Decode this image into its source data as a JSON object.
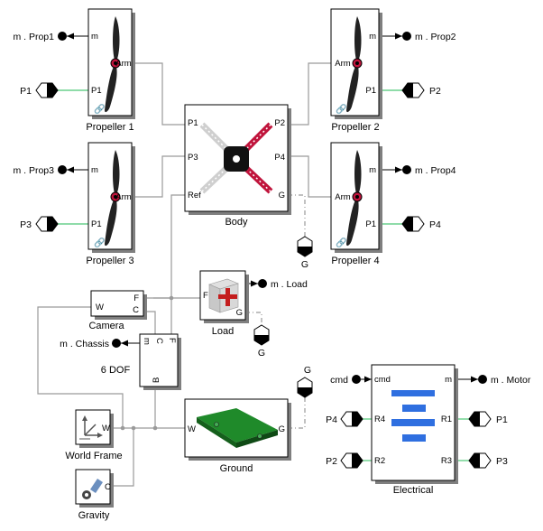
{
  "blocks": {
    "propeller1": {
      "name": "Propeller 1",
      "port_m": "m",
      "port_arm": "Arm",
      "port_p1": "P1"
    },
    "propeller2": {
      "name": "Propeller 2",
      "port_m": "m",
      "port_arm": "Arm",
      "port_p1": "P1"
    },
    "propeller3": {
      "name": "Propeller 3",
      "port_m": "m",
      "port_arm": "Arm",
      "port_p1": "P1"
    },
    "propeller4": {
      "name": "Propeller 4",
      "port_m": "m",
      "port_arm": "Arm",
      "port_p1": "P1"
    },
    "body": {
      "name": "Body",
      "p1": "P1",
      "p2": "P2",
      "p3": "P3",
      "p4": "P4",
      "ref": "Ref",
      "g": "G"
    },
    "camera": {
      "name": "Camera",
      "w": "W",
      "f": "F",
      "c": "C"
    },
    "load": {
      "name": "Load",
      "f": "F",
      "g": "G"
    },
    "six_dof": {
      "name": "6 DOF",
      "m": "m",
      "c": "C",
      "f": "F",
      "b": "B"
    },
    "ground": {
      "name": "Ground",
      "w": "W",
      "g": "G"
    },
    "world_frame": {
      "name": "World Frame",
      "w": "W"
    },
    "gravity": {
      "name": "Gravity",
      "c": "C"
    },
    "electrical": {
      "name": "Electrical",
      "cmd": "cmd",
      "m": "m",
      "r1": "R1",
      "r2": "R2",
      "r3": "R3",
      "r4": "R4"
    }
  },
  "external": {
    "prop1_out": "m . Prop1",
    "prop2_out": "m . Prop2",
    "prop3_out": "m . Prop3",
    "prop4_out": "m . Prop4",
    "load_out": "m . Load",
    "chassis_out": "m . Chassis",
    "motor_out": "m . Motor",
    "cmd_in": "cmd",
    "p1_left": "P1",
    "p2_right": "P2",
    "p3_left": "P3",
    "p4_right": "P4",
    "g_body": "G",
    "g_load": "G",
    "g_ground": "G",
    "elec_p4": "P4",
    "elec_p2": "P2",
    "elec_p1": "P1",
    "elec_p3": "P3"
  },
  "colors": {
    "wire_mech": "#9a9a9a",
    "wire_elec": "#4cc776",
    "body_red": "#c0143c",
    "ground_green": "#1f8a2a",
    "electrical_blue": "#2f6fe0",
    "load_red": "#c41d1d"
  }
}
